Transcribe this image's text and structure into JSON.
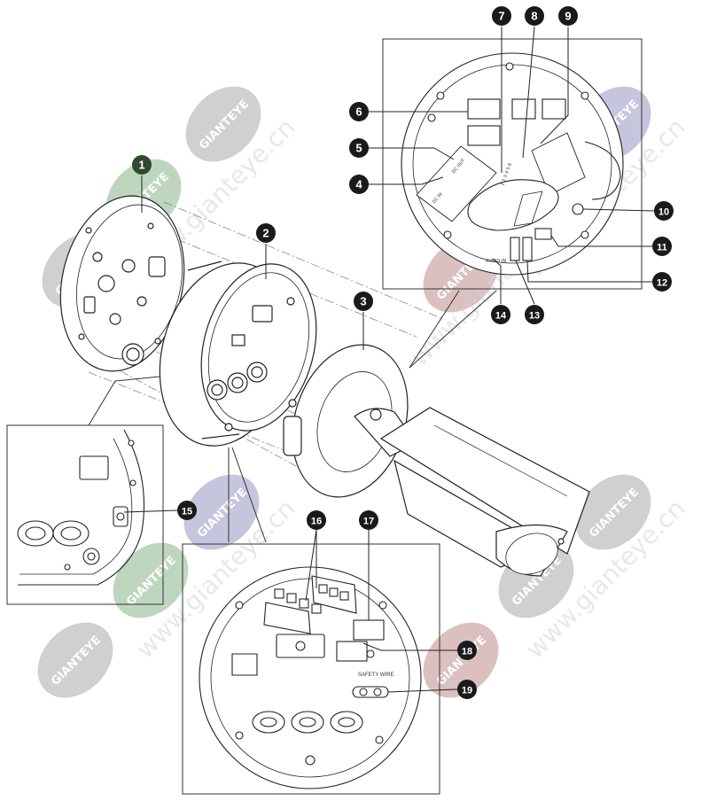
{
  "callouts": [
    {
      "id": "1",
      "color": "#2f4a2f"
    },
    {
      "id": "2",
      "color": "#1a1a1a"
    },
    {
      "id": "3",
      "color": "#1a1a1a"
    },
    {
      "id": "4",
      "color": "#1a1a1a"
    },
    {
      "id": "5",
      "color": "#1a1a1a"
    },
    {
      "id": "6",
      "color": "#1a1a1a"
    },
    {
      "id": "7",
      "color": "#1a1a1a"
    },
    {
      "id": "8",
      "color": "#1a1a1a"
    },
    {
      "id": "9",
      "color": "#1a1a1a"
    },
    {
      "id": "10",
      "color": "#1a1a1a"
    },
    {
      "id": "11",
      "color": "#1a1a1a"
    },
    {
      "id": "12",
      "color": "#1a1a1a"
    },
    {
      "id": "13",
      "color": "#1a1a1a"
    },
    {
      "id": "14",
      "color": "#1a1a1a"
    },
    {
      "id": "15",
      "color": "#1a1a1a"
    },
    {
      "id": "16",
      "color": "#1a1a1a"
    },
    {
      "id": "17",
      "color": "#1a1a1a"
    },
    {
      "id": "18",
      "color": "#1a1a1a"
    },
    {
      "id": "19",
      "color": "#1a1a1a"
    }
  ],
  "labels": {
    "safety_wire": "SAFETY WIRE",
    "audio_in": "AUDIO IN",
    "dc_out": "DC OUT",
    "dc_in": "DC IN",
    "io_pins": "1 2 3 4 5 6"
  },
  "watermark": {
    "logo_text": "GIANTEYE",
    "site_text": "www.gianteye.cn",
    "colors": {
      "gray": "#b9b9b9",
      "red": "#c9a2a2",
      "green": "#9ec19e",
      "blue": "#a8a8cc"
    }
  }
}
